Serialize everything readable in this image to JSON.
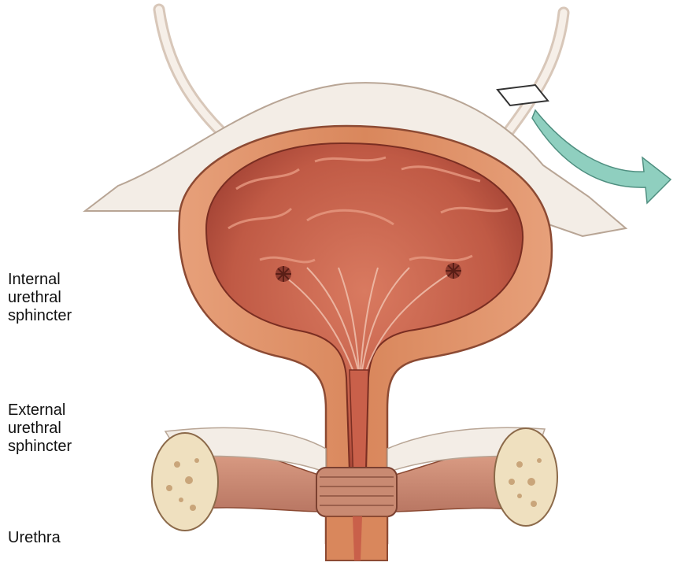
{
  "labels": {
    "internal_sphincter": "Internal\nurethral\nsphincter",
    "external_sphincter": "External\nurethral\nsphincter",
    "urethra": "Urethra"
  },
  "colors": {
    "background": "#ffffff",
    "bladder_wall": "#d9875c",
    "bladder_inner": "#c9604a",
    "peritoneum": "#f3ede6",
    "muscle": "#c98a72",
    "bone": "#efe0bf",
    "arrow": "#8fcfbf"
  },
  "icons": {
    "arrow": "curved-arrow-icon"
  }
}
